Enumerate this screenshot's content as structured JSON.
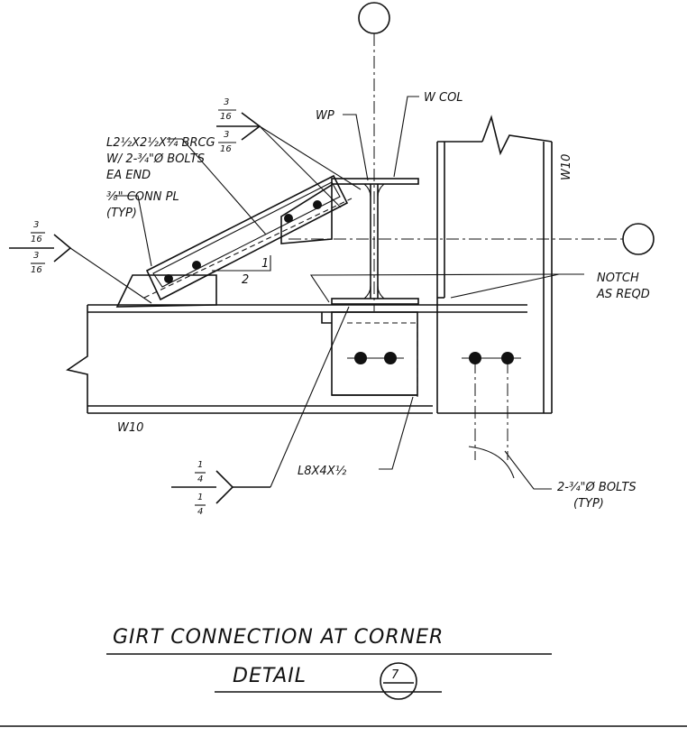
{
  "labels": {
    "brace": [
      "L2½X2½X¼  BRCG",
      "W/ 2-¾\"Ø BOLTS",
      "EA END"
    ],
    "conn_pl": [
      "⅜\" CONN PL",
      "(TYP)"
    ],
    "wp": "WP",
    "w_col": "W COL",
    "w10_right": "W10",
    "w10_bottom": "W10",
    "notch": [
      "NOTCH",
      "AS REQD"
    ],
    "angle": "L8X4X½",
    "bolts": [
      "2-¾\"Ø  BOLTS",
      "(TYP)"
    ],
    "slope_rise": "1",
    "slope_run": "2",
    "weld_top": [
      "3",
      "16",
      "3",
      "16"
    ],
    "weld_left": [
      "3",
      "16",
      "3",
      "16"
    ],
    "weld_bottom": [
      "1",
      "4",
      "1",
      "4"
    ]
  },
  "title": {
    "line1": "GIRT CONNECTION AT CORNER",
    "line2": "DETAIL",
    "detail_number": "7"
  }
}
